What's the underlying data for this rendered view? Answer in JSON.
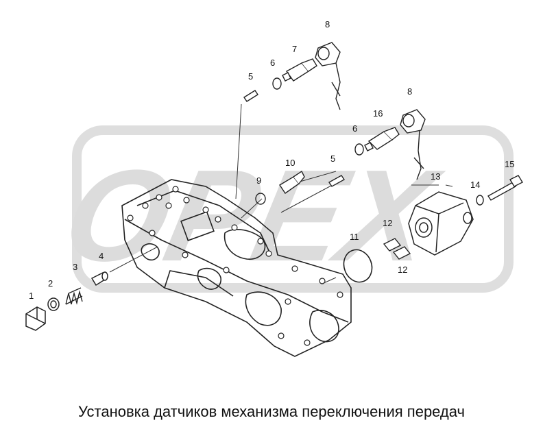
{
  "watermark": {
    "text": "OPEX",
    "color": "#d9d9d9"
  },
  "callouts": [
    {
      "id": "c1",
      "label": "1"
    },
    {
      "id": "c2",
      "label": "2"
    },
    {
      "id": "c3",
      "label": "3"
    },
    {
      "id": "c4",
      "label": "4"
    },
    {
      "id": "c5a",
      "label": "5"
    },
    {
      "id": "c5b",
      "label": "5"
    },
    {
      "id": "c6a",
      "label": "6"
    },
    {
      "id": "c6b",
      "label": "6"
    },
    {
      "id": "c7",
      "label": "7"
    },
    {
      "id": "c8a",
      "label": "8"
    },
    {
      "id": "c8b",
      "label": "8"
    },
    {
      "id": "c9",
      "label": "9"
    },
    {
      "id": "c10",
      "label": "10"
    },
    {
      "id": "c11",
      "label": "11"
    },
    {
      "id": "c12a",
      "label": "12"
    },
    {
      "id": "c12b",
      "label": "12"
    },
    {
      "id": "c13",
      "label": "13"
    },
    {
      "id": "c14",
      "label": "14"
    },
    {
      "id": "c15",
      "label": "15"
    },
    {
      "id": "c16",
      "label": "16"
    }
  ],
  "caption": "Установка датчиков механизма переключения передач"
}
